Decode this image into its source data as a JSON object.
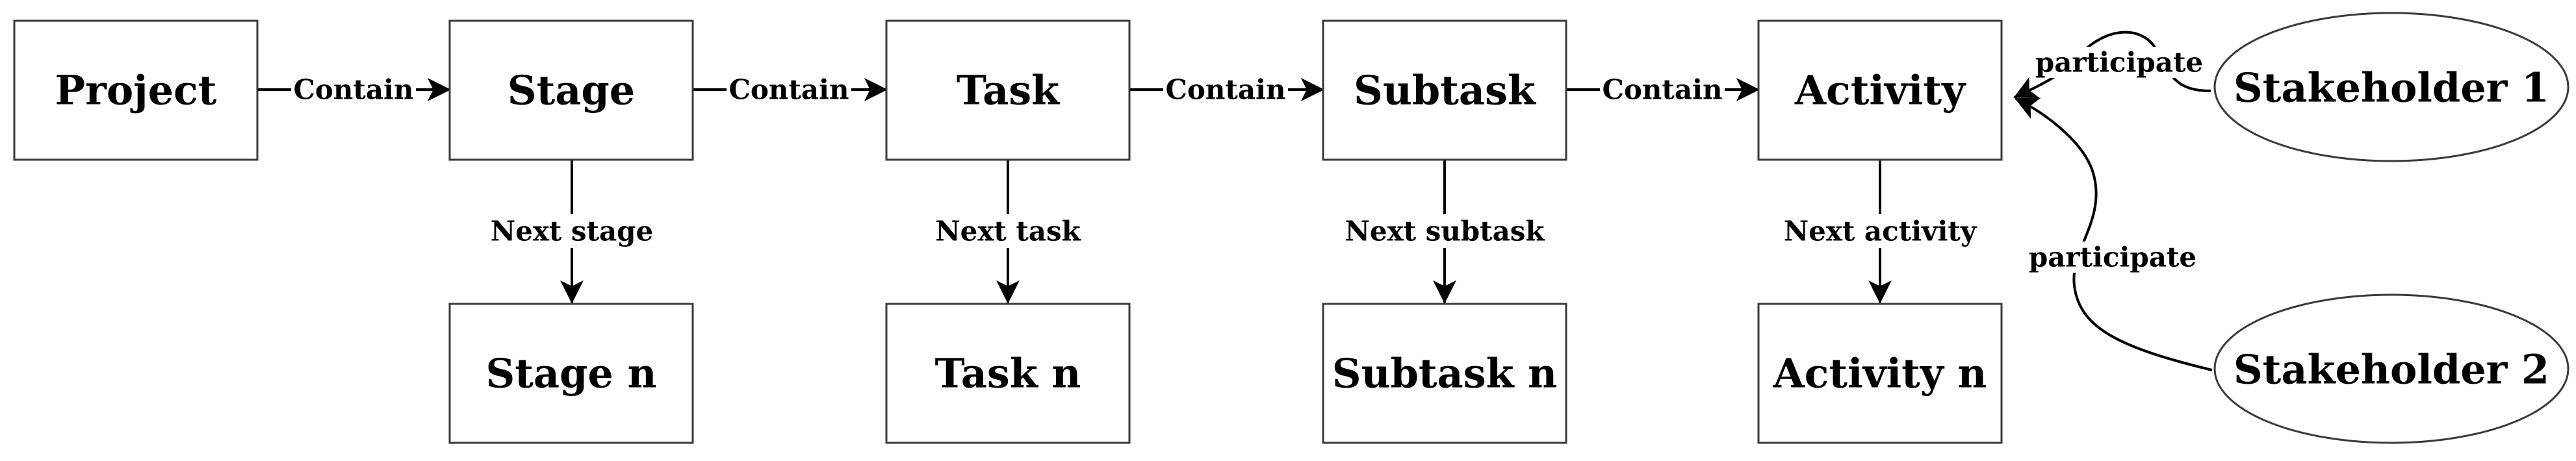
{
  "nodes": {
    "project": "Project",
    "stage": "Stage",
    "task": "Task",
    "subtask": "Subtask",
    "activity": "Activity",
    "stage_n": "Stage n",
    "task_n": "Task n",
    "subtask_n": "Subtask n",
    "activity_n": "Activity n",
    "stakeholder_1": "Stakeholder 1",
    "stakeholder_2": "Stakeholder 2"
  },
  "edges": {
    "contain_1": "Contain",
    "contain_2": "Contain",
    "contain_3": "Contain",
    "contain_4": "Contain",
    "next_stage": "Next stage",
    "next_task": "Next task",
    "next_subtask": "Next subtask",
    "next_activity": "Next activity",
    "participate_1": "participate",
    "participate_2": "participate"
  },
  "colors": {
    "stroke": "#3a3a3a",
    "arrow": "#000000",
    "background": "#ffffff"
  }
}
